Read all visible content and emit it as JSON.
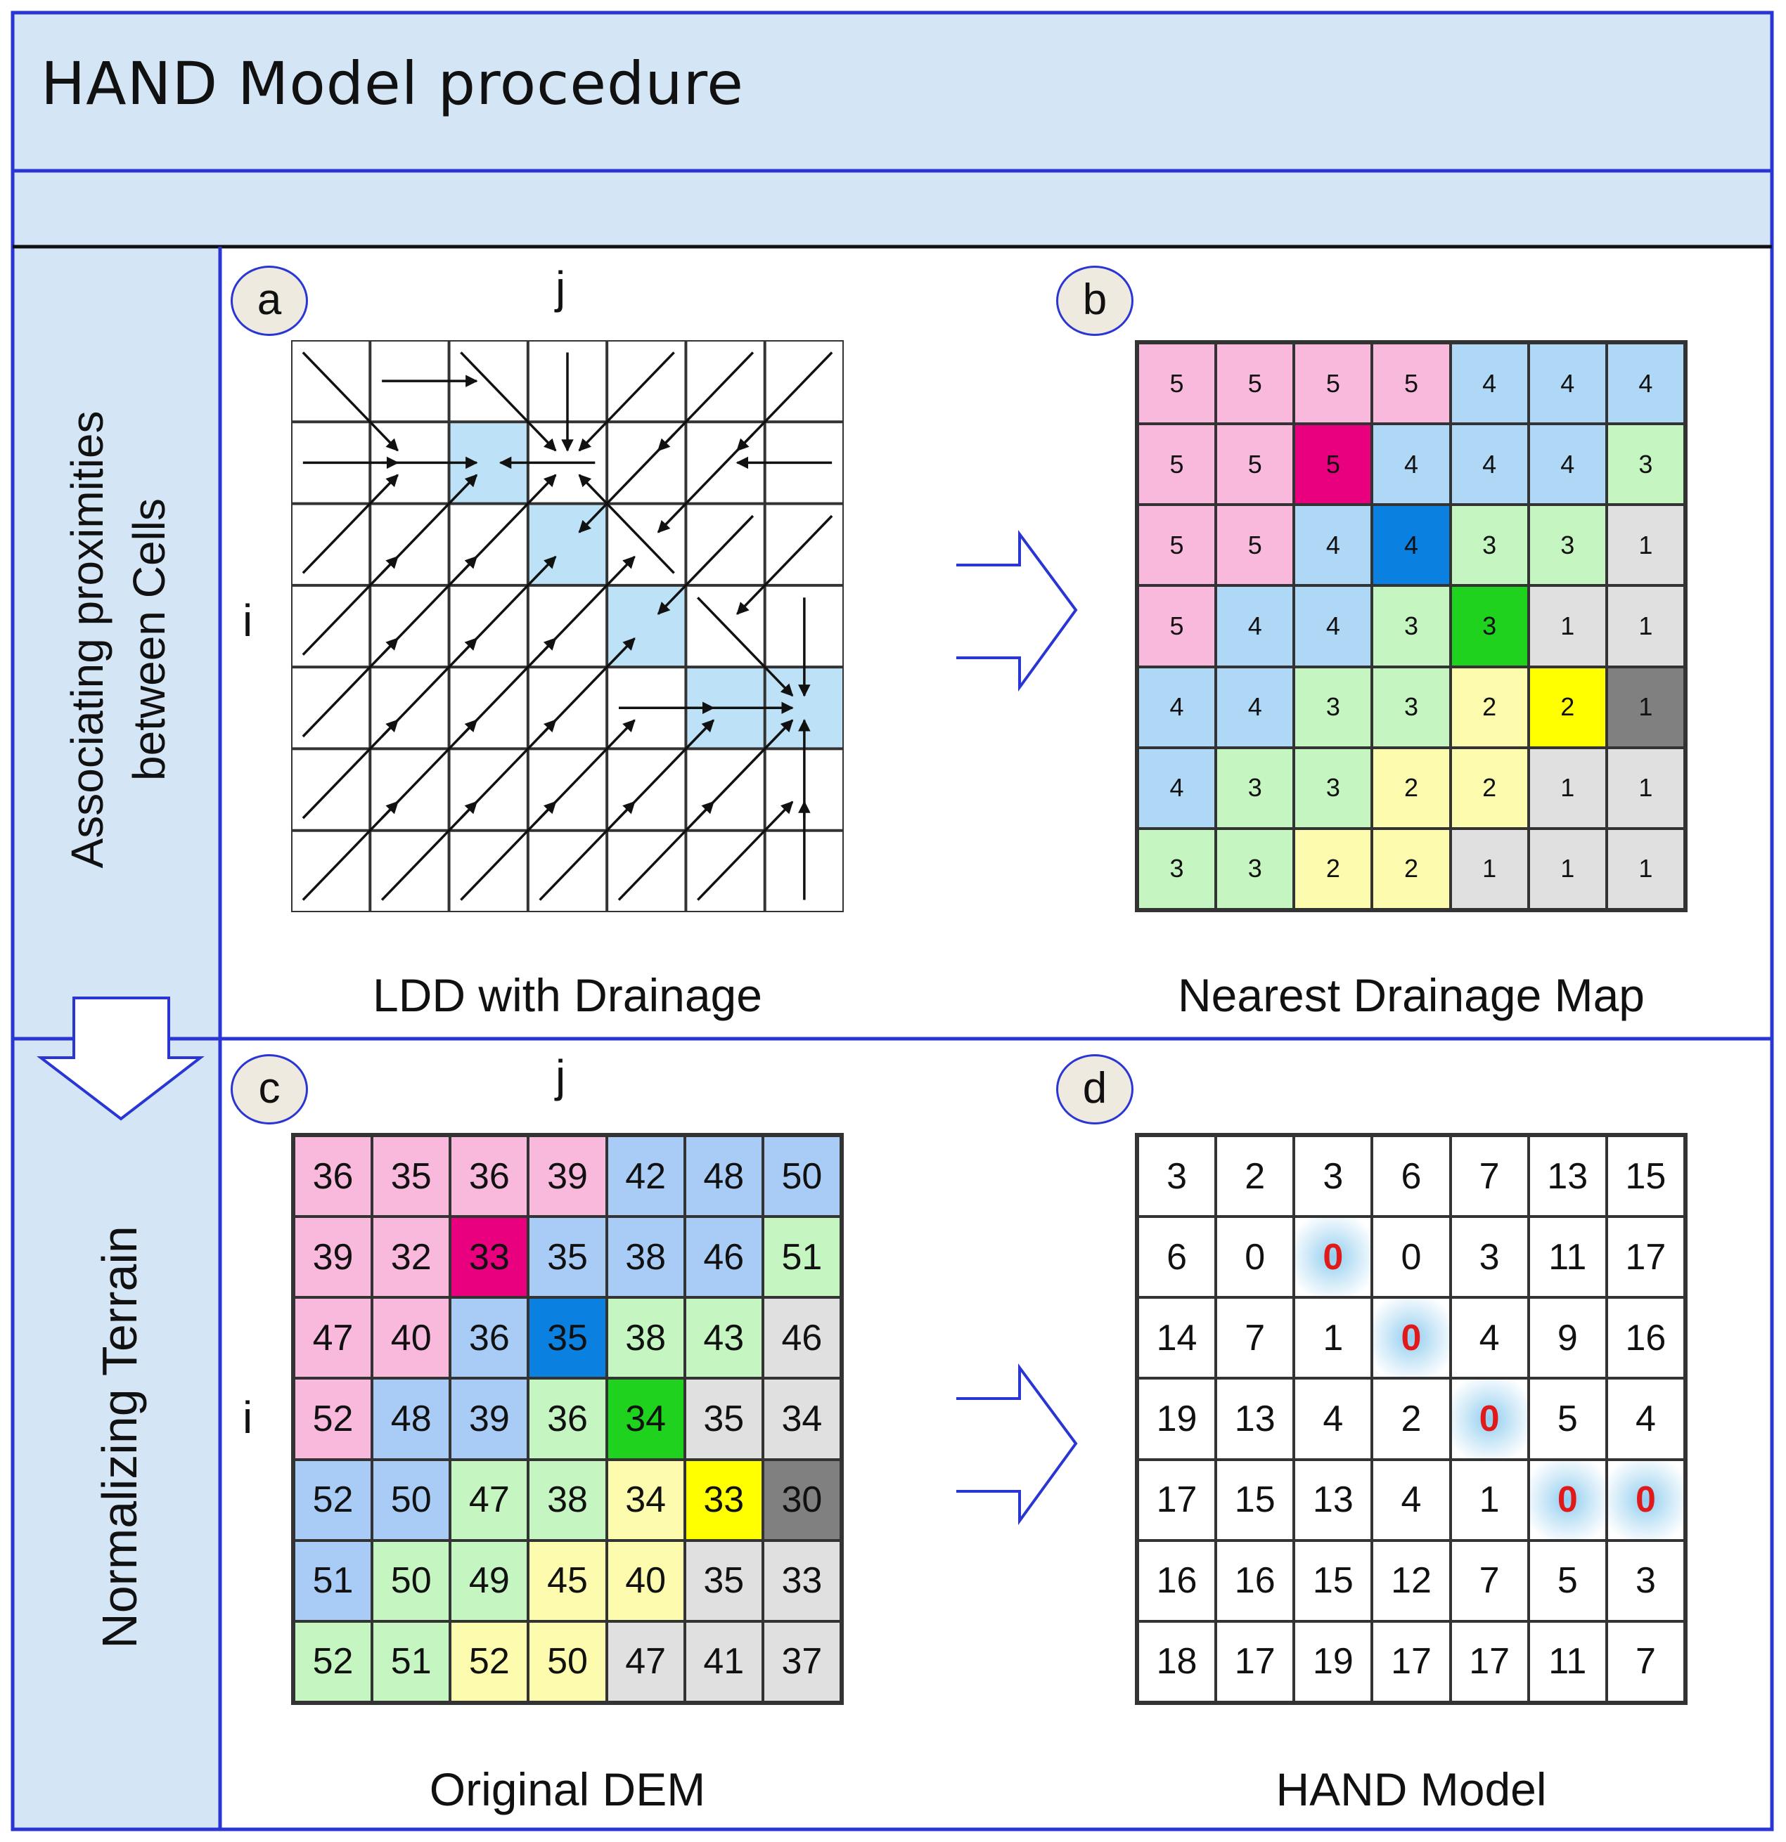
{
  "title": "HAND Model procedure",
  "sections": {
    "top_label": "Associating proximities between Cells",
    "bottom_label": "Normalizing Terrain"
  },
  "panels": {
    "a": {
      "badge": "a",
      "caption": "LDD with Drainage",
      "axis_j": "j",
      "axis_i": "i"
    },
    "b": {
      "badge": "b",
      "caption": "Nearest Drainage Map"
    },
    "c": {
      "badge": "c",
      "caption": "Original DEM",
      "axis_j": "j",
      "axis_i": "i"
    },
    "d": {
      "badge": "d",
      "caption": "HAND Model"
    }
  },
  "colors": {
    "frame": "#2a36d4",
    "header_bg": "#d4e6f5",
    "pink": "#f9b9dc",
    "magenta": "#e9007e",
    "light_blue": "#aed8f5",
    "blue": "#0a80e0",
    "light_green": "#c5f5c0",
    "green": "#1ed21e",
    "light_yellow": "#fdfcae",
    "yellow": "#ffff00",
    "light_gray": "#e0e0e0",
    "gray": "#808080",
    "dem_blue": "#a8ccf5",
    "zero_text": "#e01a1a"
  },
  "nearest_drainage": [
    [
      "5",
      "5",
      "5",
      "5",
      "4",
      "4",
      "4"
    ],
    [
      "5",
      "5",
      "5",
      "4",
      "4",
      "4",
      "3"
    ],
    [
      "5",
      "5",
      "4",
      "4",
      "3",
      "3",
      "1"
    ],
    [
      "5",
      "4",
      "4",
      "3",
      "3",
      "1",
      "1"
    ],
    [
      "4",
      "4",
      "3",
      "3",
      "2",
      "2",
      "1"
    ],
    [
      "4",
      "3",
      "3",
      "2",
      "2",
      "1",
      "1"
    ],
    [
      "3",
      "3",
      "2",
      "2",
      "1",
      "1",
      "1"
    ]
  ],
  "original_dem": [
    [
      "36",
      "35",
      "36",
      "39",
      "42",
      "48",
      "50"
    ],
    [
      "39",
      "32",
      "33",
      "35",
      "38",
      "46",
      "51"
    ],
    [
      "47",
      "40",
      "36",
      "35",
      "38",
      "43",
      "46"
    ],
    [
      "52",
      "48",
      "39",
      "36",
      "34",
      "35",
      "34"
    ],
    [
      "52",
      "50",
      "47",
      "38",
      "34",
      "33",
      "30"
    ],
    [
      "51",
      "50",
      "49",
      "45",
      "40",
      "35",
      "33"
    ],
    [
      "52",
      "51",
      "52",
      "50",
      "47",
      "41",
      "37"
    ]
  ],
  "hand_model": [
    [
      "3",
      "2",
      "3",
      "6",
      "7",
      "13",
      "15"
    ],
    [
      "6",
      "0",
      "0",
      "0",
      "3",
      "11",
      "17"
    ],
    [
      "14",
      "7",
      "1",
      "0",
      "4",
      "9",
      "16"
    ],
    [
      "19",
      "13",
      "4",
      "2",
      "0",
      "5",
      "4"
    ],
    [
      "17",
      "15",
      "13",
      "4",
      "1",
      "0",
      "0"
    ],
    [
      "16",
      "16",
      "15",
      "12",
      "7",
      "5",
      "3"
    ],
    [
      "18",
      "17",
      "19",
      "17",
      "17",
      "11",
      "7"
    ]
  ],
  "cell_colors": [
    [
      "pink",
      "pink",
      "pink",
      "pink",
      "light_blue",
      "light_blue",
      "light_blue"
    ],
    [
      "pink",
      "pink",
      "magenta",
      "light_blue",
      "light_blue",
      "light_blue",
      "light_green"
    ],
    [
      "pink",
      "pink",
      "light_blue",
      "blue",
      "light_green",
      "light_green",
      "light_gray"
    ],
    [
      "pink",
      "light_blue",
      "light_blue",
      "light_green",
      "green",
      "light_gray",
      "light_gray"
    ],
    [
      "light_blue",
      "light_blue",
      "light_green",
      "light_green",
      "light_yellow",
      "yellow",
      "gray"
    ],
    [
      "light_blue",
      "light_green",
      "light_green",
      "light_yellow",
      "light_yellow",
      "light_gray",
      "light_gray"
    ],
    [
      "light_green",
      "light_green",
      "light_yellow",
      "light_yellow",
      "light_gray",
      "light_gray",
      "light_gray"
    ]
  ],
  "drainage_cells": [
    [
      1,
      2
    ],
    [
      2,
      3
    ],
    [
      3,
      4
    ],
    [
      4,
      5
    ],
    [
      4,
      6
    ]
  ]
}
